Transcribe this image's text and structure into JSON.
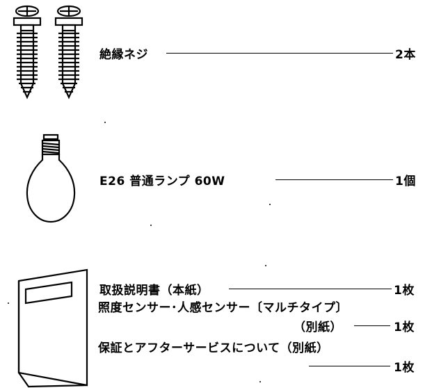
{
  "items": [
    {
      "icon": "screw-icon",
      "name": "絶縁ネジ",
      "qty": "2本"
    },
    {
      "icon": "light-bulb-icon",
      "name": "E26 普通ランプ 60W",
      "qty": "1個"
    },
    {
      "icon": "booklet-icon",
      "docs": {
        "manual_name": "取扱説明書（本紙）",
        "manual_qty": "1枚",
        "sensor_line1": "照度センサー･人感センサー〔マルチタイプ〕",
        "sensor_line2": "（別紙）",
        "sensor_qty": "1枚",
        "warranty_line1": "保証とアフターサービスについて（別紙）",
        "warranty_qty": "1枚"
      }
    }
  ]
}
